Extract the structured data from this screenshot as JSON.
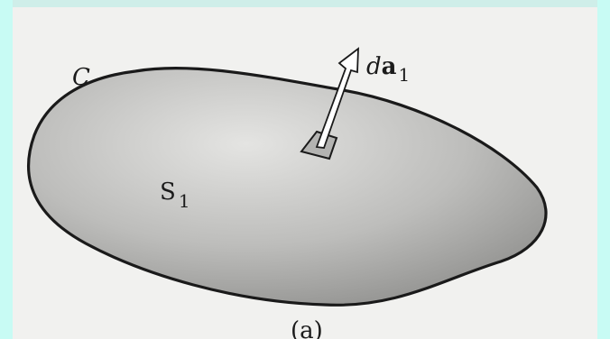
{
  "figure": {
    "curve_label": "C",
    "surface_label": "S",
    "surface_subscript": "1",
    "vector_label_d": "d",
    "vector_label_a": "a",
    "vector_subscript": "1",
    "panel_label": "(a)"
  },
  "colors": {
    "page_background": "#c8fbf4",
    "figure_background": "#f1f1ef",
    "surface_light": "#e4e4e2",
    "surface_dark": "#8d8d8b",
    "outline": "#1a1a1a"
  },
  "icons": {
    "area_element": "square-patch-icon",
    "normal_vector": "hollow-arrow-icon"
  }
}
